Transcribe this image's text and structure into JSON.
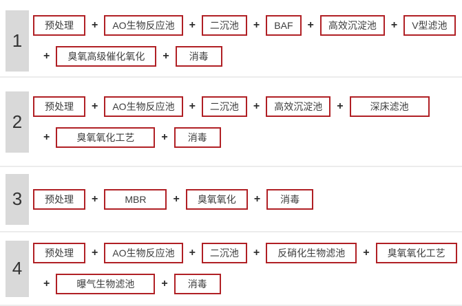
{
  "plus_sign": "+",
  "colors": {
    "box_border": "#b01f24",
    "box_text": "#3c3c3c",
    "number_bg": "#d9d9d9",
    "number_text": "#333333",
    "separator": "#ececec",
    "plus": "#2b2b2b",
    "page_bg": "#ffffff"
  },
  "rows": [
    {
      "number": "1",
      "lines": [
        [
          "预处理",
          "AO生物反应池",
          "二沉池",
          "BAF",
          "高效沉淀池",
          "V型滤池"
        ],
        [
          "臭氧高级催化氧化",
          "消毒"
        ]
      ]
    },
    {
      "number": "2",
      "lines": [
        [
          "预处理",
          "AO生物反应池",
          "二沉池",
          "高效沉淀池",
          "深床滤池"
        ],
        [
          "臭氧氧化工艺",
          "消毒"
        ]
      ]
    },
    {
      "number": "3",
      "lines": [
        [
          "预处理",
          "MBR",
          "臭氧氧化",
          "消毒"
        ]
      ]
    },
    {
      "number": "4",
      "lines": [
        [
          "预处理",
          "AO生物反应池",
          "二沉池",
          "反硝化生物滤池",
          "臭氧氧化工艺"
        ],
        [
          "曝气生物滤池",
          "消毒"
        ]
      ]
    }
  ]
}
